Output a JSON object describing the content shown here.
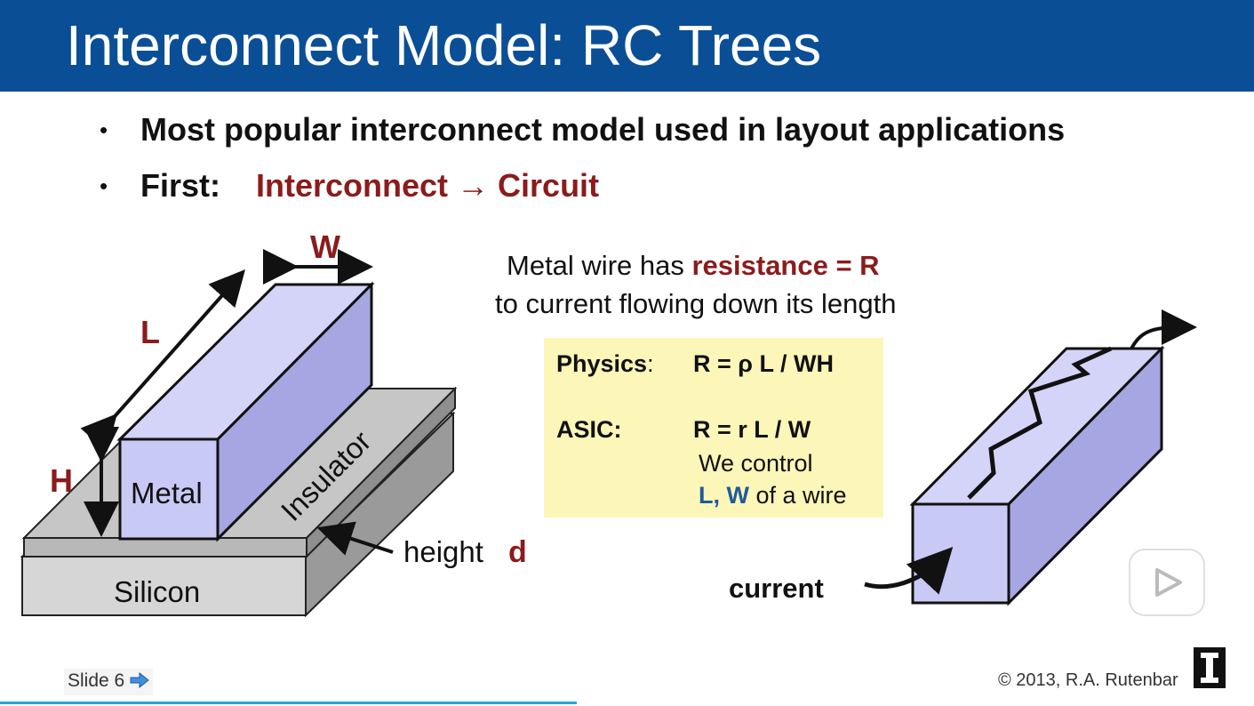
{
  "slide": {
    "title": "Interconnect Model:  RC Trees",
    "bullets": [
      {
        "marker": "•",
        "text": "Most popular interconnect model used in layout applications"
      },
      {
        "marker": "•",
        "prefix": "First:",
        "highlight": "Interconnect → Circuit"
      }
    ],
    "diagram": {
      "label_w": "W",
      "label_l": "L",
      "label_h": "H",
      "label_metal": "Metal",
      "label_insulator": "Insulator",
      "label_silicon": "Silicon",
      "label_height": "height",
      "label_d": "d",
      "label_current": "current"
    },
    "caption": {
      "line1_prefix": "Metal wire has ",
      "line1_highlight": "resistance = R",
      "line2": "to current flowing down its length"
    },
    "box": {
      "physics_label": "Physics",
      "physics_colon": ":",
      "physics_formula": "R = ρ L / WH",
      "asic_label": "ASIC:",
      "asic_formula": "R = r L / W",
      "control_line": "We control",
      "lw_highlight": "L, W",
      "lw_rest": " of a wire"
    },
    "footer": {
      "slide_label": "Slide 6",
      "copyright": "© 2013, R.A. Rutenbar"
    },
    "colors": {
      "title_bar": "#0a4f96",
      "accent_red": "#8b1c1c",
      "accent_blue": "#1f5a9c",
      "metal_fill": "#c8c9f5",
      "insulator_fill": "#bdbdbd",
      "box_fill": "#fcf6b8"
    },
    "video": {
      "progress": 0.46
    }
  }
}
